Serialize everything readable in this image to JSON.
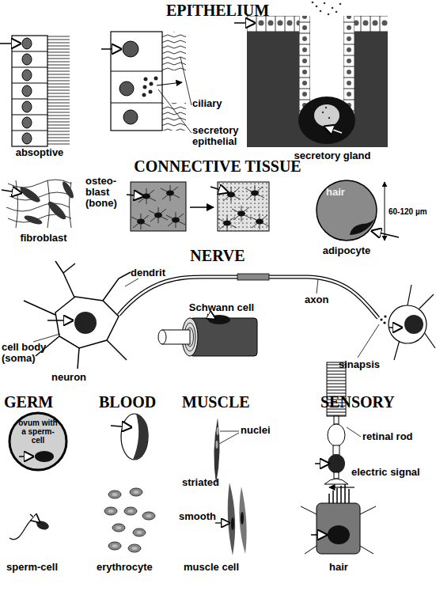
{
  "diagram": {
    "nodes": [
      {
        "text": [
          "hair"
        ]
      },
      {
        "text": [
          "ovum with a sperm-cell"
        ]
      }
    ],
    "labels": [
      "EPITHELIUM",
      "absoptive",
      "ciliary",
      "secretory epithelial",
      "secretory gland",
      "CONNECTIVE TISSUE",
      "osteo- blast (bone)",
      "fibroblast",
      "60-120 µm",
      "adipocyte",
      "NERVE",
      "dendrit",
      "axon",
      "cell body (soma)",
      "Schwann cell",
      "sinapsis",
      "neuron",
      "GERM",
      "BLOOD",
      "MUSCLE",
      "SENSORY",
      "nuclei",
      "retinal rod",
      "striated",
      "electric signal",
      "smooth",
      "sperm-cell",
      "erythrocyte",
      "muscle cell",
      "hair"
    ]
  }
}
